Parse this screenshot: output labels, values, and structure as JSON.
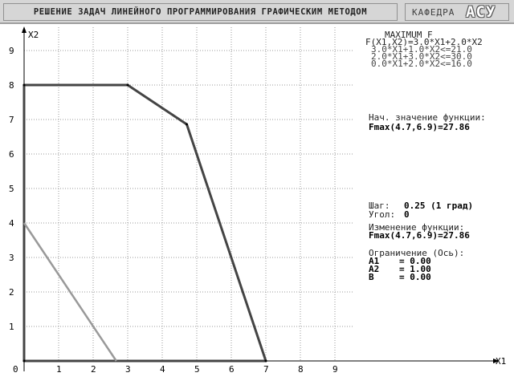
{
  "header": {
    "title": "РЕШЕНИЕ ЗАДАЧ ЛИНЕЙНОГО ПРОГРАММИРОВАНИЯ ГРАФИЧЕСКИМ МЕТОДОМ",
    "dept_label": "КАФЕДРА",
    "dept_logo": "АСУ"
  },
  "colors": {
    "background": "#ffffff",
    "header_bg": "#d6d6d6",
    "grid": "#9a9a9a",
    "polygon": "#444444",
    "objective_line": "#999999"
  },
  "problem": {
    "heading": "MAXIMUM F",
    "objective": "F(X1,X2)=3.0*X1+2.0*X2",
    "constraints": [
      "3.0*X1+1.0*X2<=21.0",
      "2.0*X1+3.0*X2<=30.0",
      "0.0*X1+2.0*X2<=16.0"
    ]
  },
  "initial": {
    "label": "Нач. значение функции:",
    "value": "Fmax(4.7,6.9)=27.86"
  },
  "step": {
    "label": "Шаг:",
    "value": "0.25 (1 град)"
  },
  "angle": {
    "label": "Угол:",
    "value": "0"
  },
  "change": {
    "label": "Изменение функции:",
    "value": "Fmax(4.7,6.9)=27.86"
  },
  "limit": {
    "label": "Ограничение (Ось):",
    "rows": [
      {
        "name": "A1",
        "value": "= 0.00"
      },
      {
        "name": "A2",
        "value": "= 1.00"
      },
      {
        "name": "B",
        "value": "= 0.00"
      }
    ]
  },
  "chart_data": {
    "type": "line",
    "xlabel": "X1",
    "ylabel": "X2",
    "xlim": [
      0,
      9
    ],
    "ylim": [
      0,
      9
    ],
    "x_ticks": [
      "0",
      "1",
      "2",
      "3",
      "4",
      "5",
      "6",
      "7",
      "8",
      "9"
    ],
    "y_ticks": [
      "1",
      "2",
      "3",
      "4",
      "5",
      "6",
      "7",
      "8",
      "9"
    ],
    "grid": true,
    "series": [
      {
        "x": [
          0,
          0,
          3,
          4.71,
          7,
          0
        ],
        "y": [
          0,
          8,
          8,
          6.86,
          0,
          0
        ]
      },
      {
        "x": [
          0,
          2.67
        ],
        "y": [
          4,
          0
        ]
      }
    ]
  }
}
